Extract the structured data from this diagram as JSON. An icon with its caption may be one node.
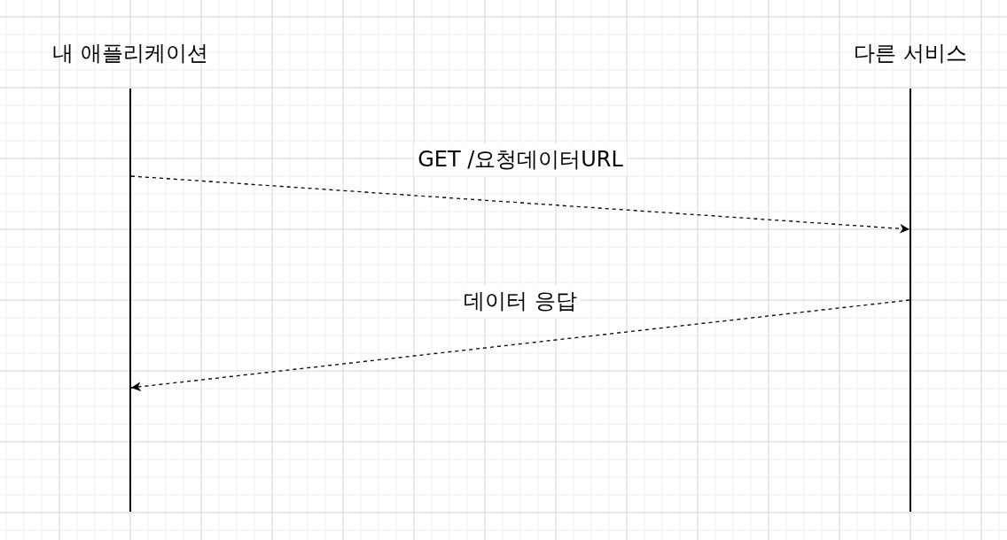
{
  "diagram": {
    "nodes": [
      {
        "text": [
          "내 애플리케이션"
        ]
      },
      {
        "text": [
          "다른 서비스"
        ]
      }
    ],
    "edges": [
      {
        "from": 0,
        "to": 1,
        "arrow": "to",
        "label": "GET /요청데이터URL",
        "style": "dashed"
      },
      {
        "from": 1,
        "to": 0,
        "arrow": "to",
        "label": "데이터 응답",
        "style": "dashed"
      }
    ]
  }
}
